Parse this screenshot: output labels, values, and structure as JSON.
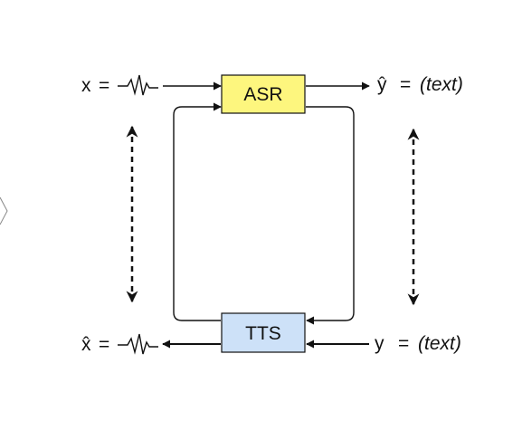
{
  "diagram": {
    "asr_box": {
      "label": "ASR",
      "fill": "#fdf67e"
    },
    "tts_box": {
      "label": "TTS",
      "fill": "#cde1f8"
    },
    "input_speech": {
      "var": "x",
      "eq": "="
    },
    "output_text": {
      "var": "ŷ",
      "eq": "=",
      "value": "(text)"
    },
    "input_text": {
      "var": "y",
      "eq": "=",
      "value": "(text)"
    },
    "output_speech": {
      "var": "x̂",
      "eq": "="
    }
  },
  "icons": [
    "waveform-icon",
    "waveform-icon"
  ],
  "colors": {
    "stroke": "#111111",
    "asr": "#fdf67e",
    "tts": "#cde1f8"
  }
}
